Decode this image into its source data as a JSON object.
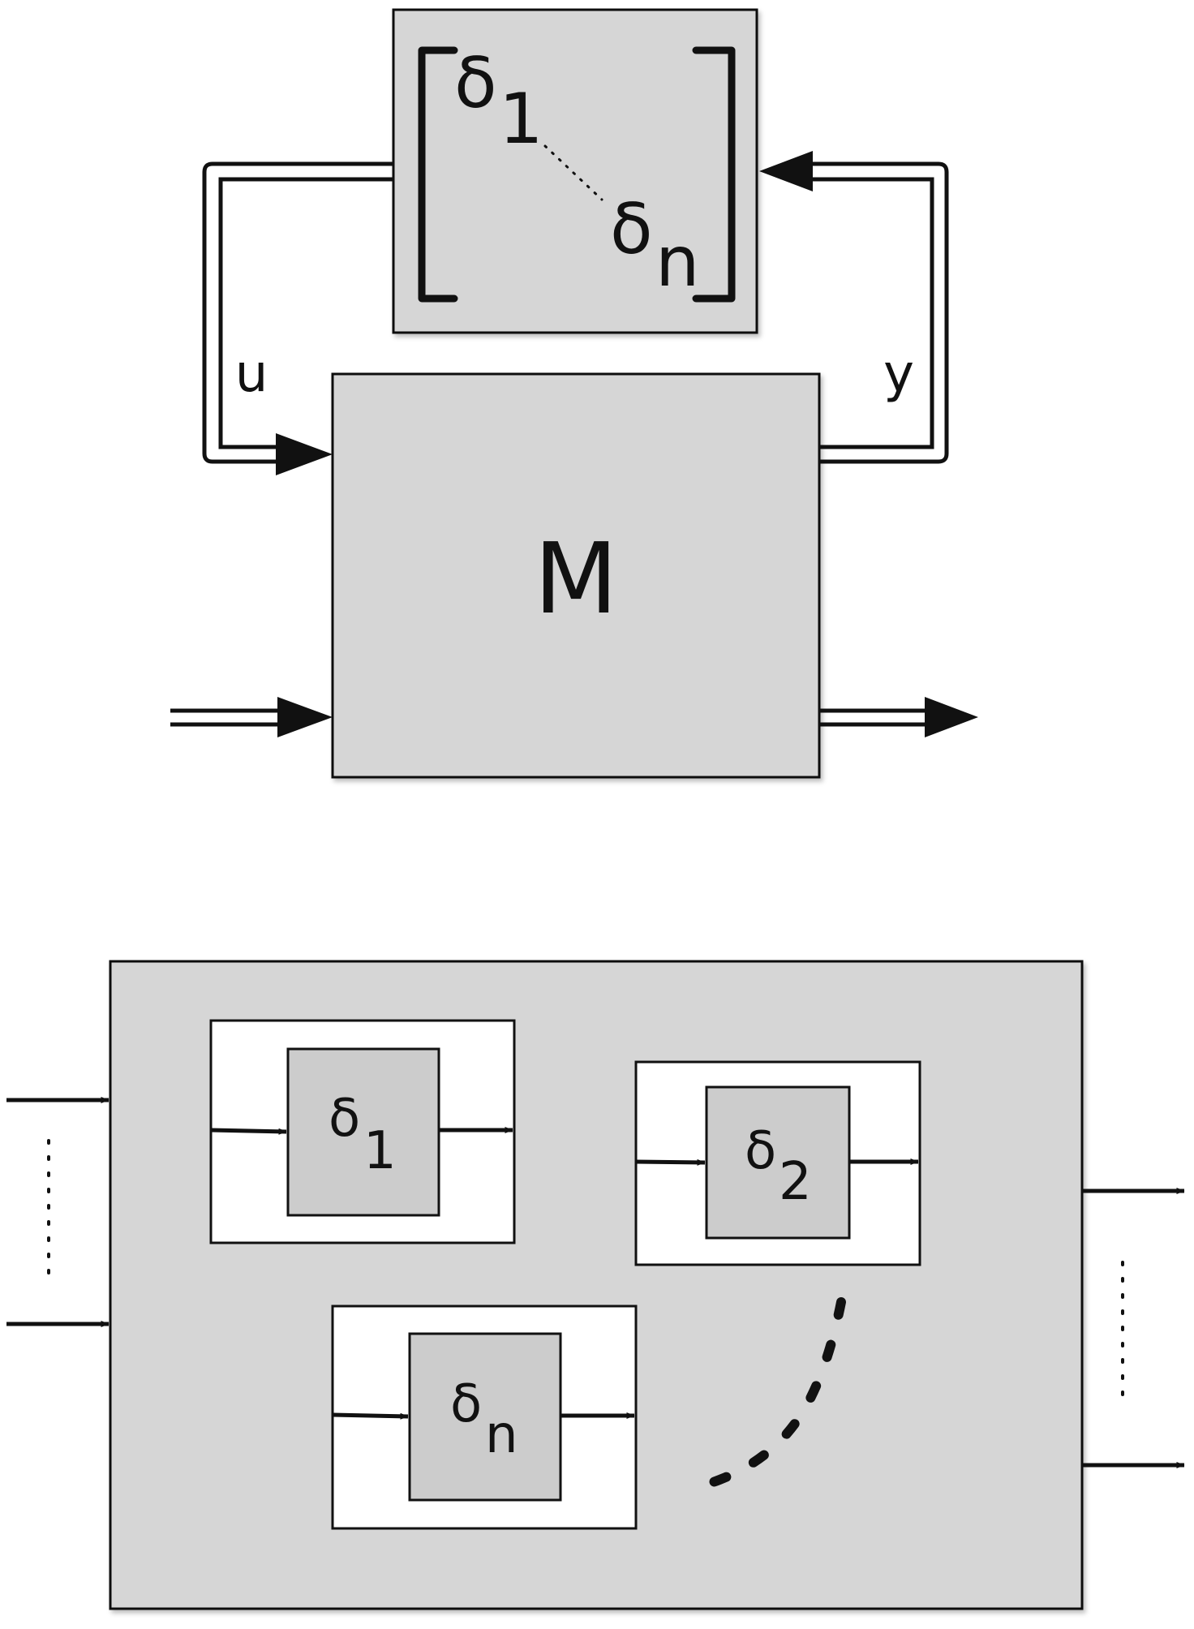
{
  "top_diagram": {
    "delta_matrix": {
      "first": {
        "symbol": "δ",
        "subscript": "1"
      },
      "last": {
        "symbol": "δ",
        "subscript": "n"
      }
    },
    "system_label": "M",
    "input_signal": "u",
    "output_signal": "y"
  },
  "bottom_diagram": {
    "blocks": [
      {
        "symbol": "δ",
        "subscript": "1"
      },
      {
        "symbol": "δ",
        "subscript": "2"
      },
      {
        "symbol": "δ",
        "subscript": "n"
      }
    ]
  },
  "colors": {
    "block_fill": "#d6d6d6",
    "inner_block_fill": "#cccccc",
    "stroke": "#111111",
    "background": "#ffffff"
  }
}
